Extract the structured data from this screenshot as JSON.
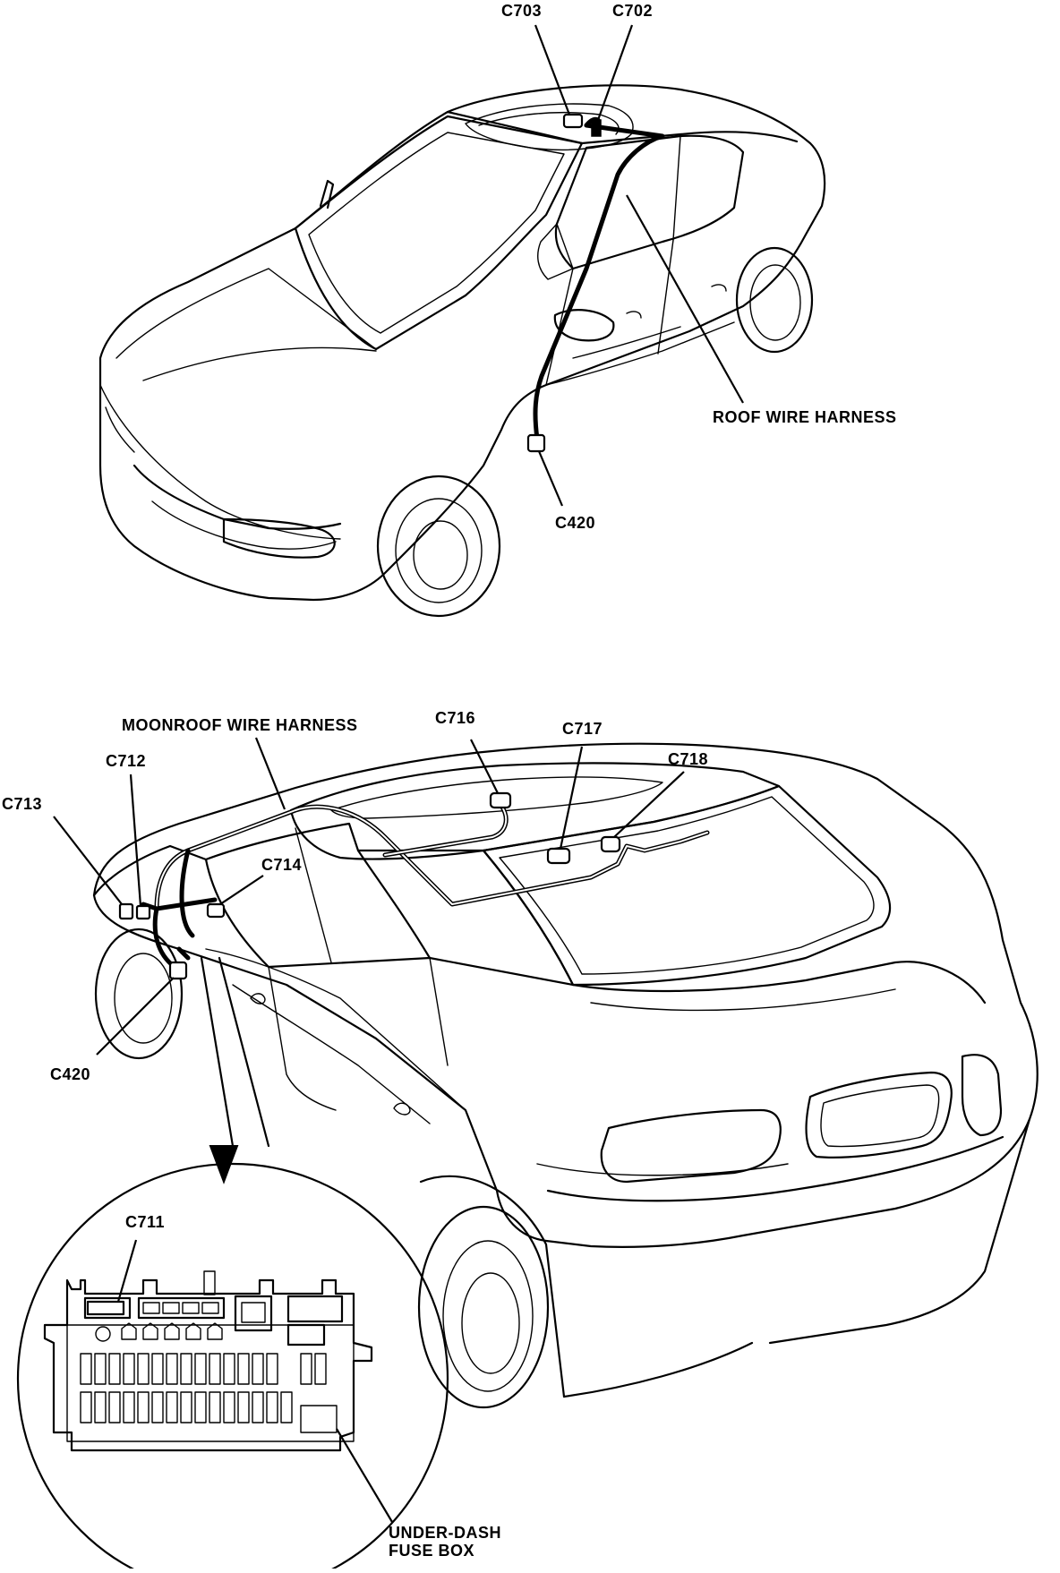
{
  "labels": {
    "c703": "C703",
    "c702": "C702",
    "roof_wire_harness": "ROOF WIRE HARNESS",
    "c420_top": "C420",
    "moonroof_wire_harness": "MOONROOF WIRE HARNESS",
    "c716": "C716",
    "c717": "C717",
    "c718": "C718",
    "c712": "C712",
    "c713": "C713",
    "c714": "C714",
    "c420_bottom": "C420",
    "c711": "C711",
    "under_dash_fuse_box": "UNDER-DASH\nFUSE BOX"
  }
}
